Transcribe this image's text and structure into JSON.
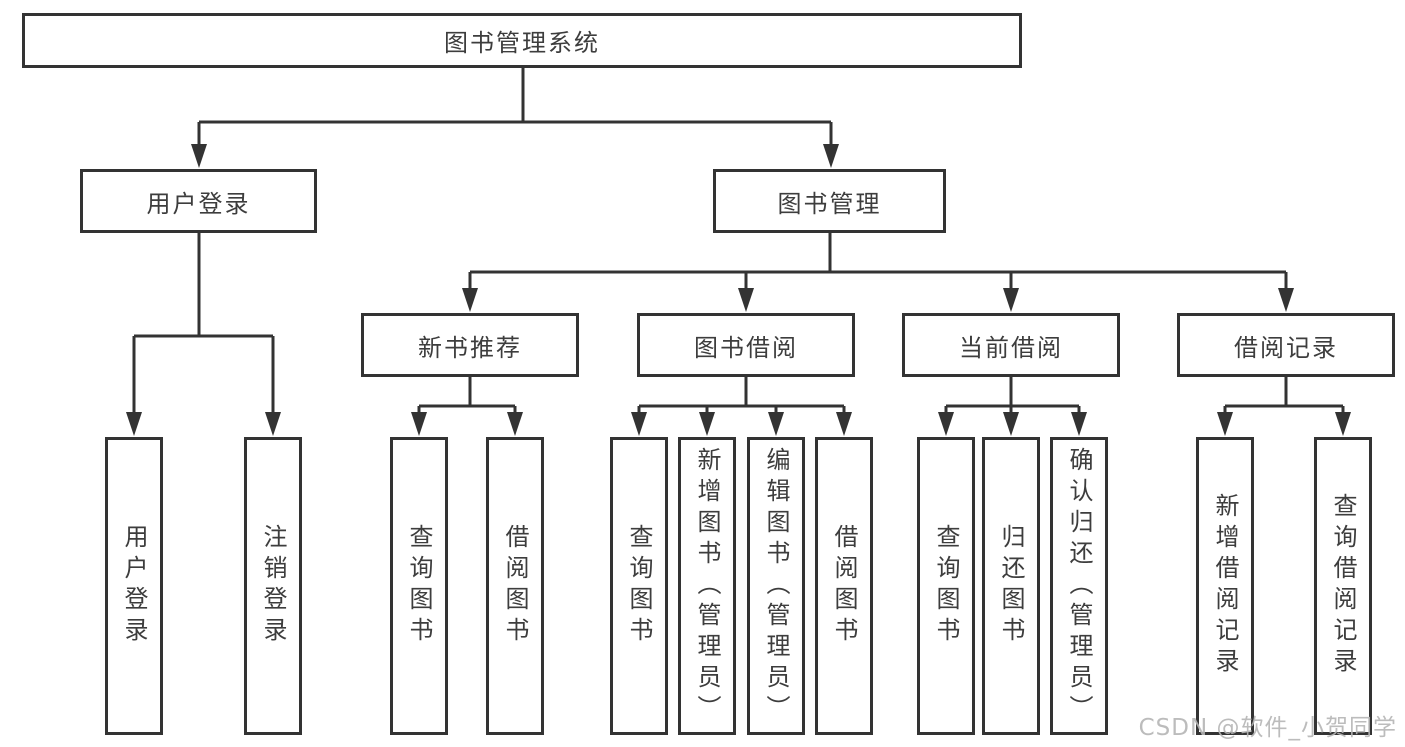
{
  "diagram": {
    "watermark": "CSDN @软件_小贺同学",
    "colors": {
      "line": "#333333",
      "border": "#333333",
      "text": "#3d3d3d",
      "background": "#ffffff",
      "watermark": "#b5b5b5"
    },
    "tree": {
      "label": "图书管理系统",
      "children": [
        {
          "label": "用户登录",
          "children": [
            {
              "label": "用户登录"
            },
            {
              "label": "注销登录"
            }
          ]
        },
        {
          "label": "图书管理",
          "children": [
            {
              "label": "新书推荐",
              "children": [
                {
                  "label": "查询图书"
                },
                {
                  "label": "借阅图书"
                }
              ]
            },
            {
              "label": "图书借阅",
              "children": [
                {
                  "label": "查询图书"
                },
                {
                  "label": "新增图书（管理员）"
                },
                {
                  "label": "编辑图书（管理员）"
                },
                {
                  "label": "借阅图书"
                }
              ]
            },
            {
              "label": "当前借阅",
              "children": [
                {
                  "label": "查询图书"
                },
                {
                  "label": "归还图书"
                },
                {
                  "label": "确认归还（管理员）"
                }
              ]
            },
            {
              "label": "借阅记录",
              "children": [
                {
                  "label": "新增借阅记录"
                },
                {
                  "label": "查询借阅记录"
                }
              ]
            }
          ]
        }
      ]
    }
  }
}
